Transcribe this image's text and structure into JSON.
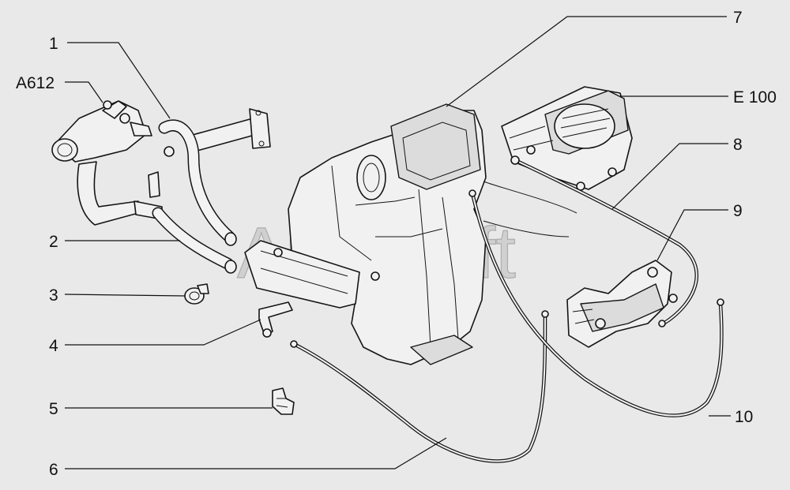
{
  "watermark": "AutoSoft",
  "callouts": {
    "c1": "1",
    "a612": "A612",
    "c2": "2",
    "c3": "3",
    "c4": "4",
    "c5": "5",
    "c6": "6",
    "c7": "7",
    "e100": "E 100",
    "c8": "8",
    "c9": "9",
    "c10": "10"
  }
}
